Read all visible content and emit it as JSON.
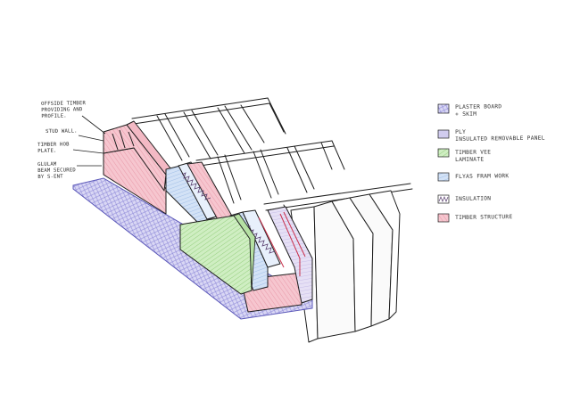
{
  "colors": {
    "plasterboard": "#7f7fe0",
    "ply": "#b8b4e8",
    "timber_veneer": "#8fd07a",
    "flyer_frame": "#a9c4ea",
    "insulation": "#8a6aa0",
    "timber_structure": "#f0a8b4",
    "ink": "#1e1e1e"
  },
  "callouts": {
    "c1_l1": "OFFSIDE TIMBER",
    "c1_l2": "PROVIDING AND",
    "c1_l3": "PROFILE.",
    "c2": "STUD WALL.",
    "c3_l1": "TIMBER HOB",
    "c3_l2": "PLATE.",
    "c4_l1": "GLULAM",
    "c4_l2": "BEAM SECURED",
    "c4_l3": "BY S-ENT"
  },
  "legend": [
    {
      "icon": "plasterboard-swatch-icon",
      "line1": "PLASTER BOARD",
      "line2": "+ SKIM"
    },
    {
      "icon": "ply-swatch-icon",
      "line1": "PLY",
      "line2": "INSULATED REMOVABLE PANEL"
    },
    {
      "icon": "timber-veneer-swatch-icon",
      "line1": "TIMBER VEE",
      "line2": "LAMINATE"
    },
    {
      "icon": "flyer-frame-swatch-icon",
      "line1": "FLYAS FRAM WORK",
      "line2": ""
    },
    {
      "icon": "insulation-swatch-icon",
      "line1": "INSULATION",
      "line2": ""
    },
    {
      "icon": "timber-structure-swatch-icon",
      "line1": "TIMBER STRUCTURE",
      "line2": ""
    }
  ]
}
